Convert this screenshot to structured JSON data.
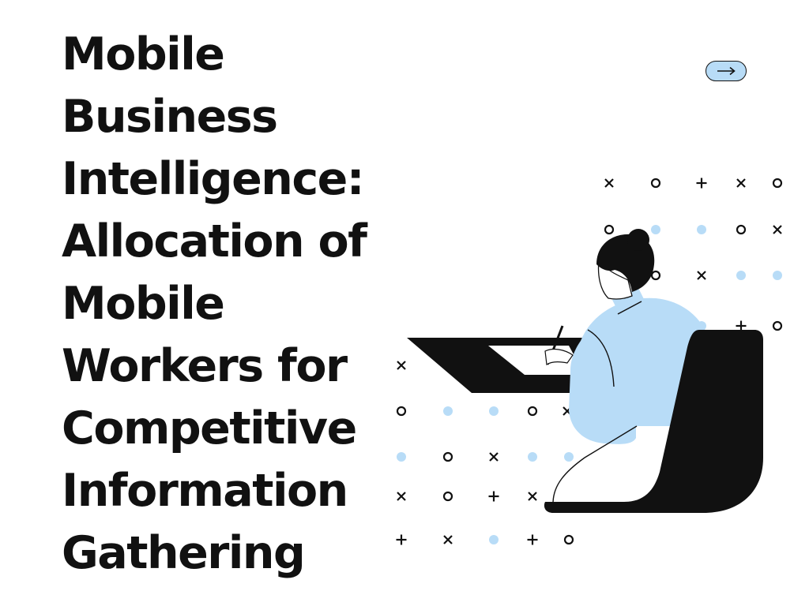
{
  "slide": {
    "title_lines": [
      "Mobile",
      "Business",
      "Intelligence:",
      "Allocation of",
      "Mobile",
      "Workers for",
      "Competitive",
      "Information",
      "Gathering"
    ],
    "next_button": {
      "icon": "arrow-right-icon"
    },
    "illustration": {
      "description": "woman seated in chair writing at a desk",
      "pattern_symbols": [
        "x",
        "o",
        "+",
        "dot"
      ]
    },
    "colors": {
      "text": "#111111",
      "accent_blue": "#b8dcf7",
      "background": "#ffffff"
    }
  }
}
